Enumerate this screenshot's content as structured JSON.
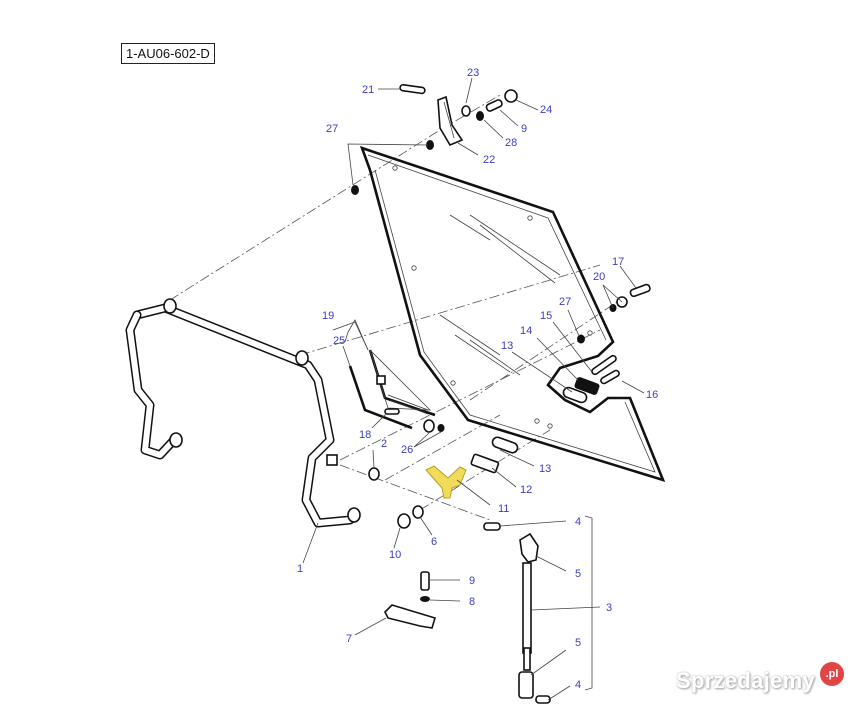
{
  "diagram": {
    "reference_code": "1-AU06-602-D",
    "highlight_color": "#f0dc5a",
    "callout_color": "#3d3dbf",
    "highlighted_part": "11",
    "callouts": [
      {
        "id": "c21",
        "label": "21"
      },
      {
        "id": "c23",
        "label": "23"
      },
      {
        "id": "c24",
        "label": "24"
      },
      {
        "id": "c9a",
        "label": "9"
      },
      {
        "id": "c28",
        "label": "28"
      },
      {
        "id": "c22",
        "label": "22"
      },
      {
        "id": "c27a",
        "label": "27"
      },
      {
        "id": "c17",
        "label": "17"
      },
      {
        "id": "c20",
        "label": "20"
      },
      {
        "id": "c27b",
        "label": "27"
      },
      {
        "id": "c15",
        "label": "15"
      },
      {
        "id": "c14",
        "label": "14"
      },
      {
        "id": "c13a",
        "label": "13"
      },
      {
        "id": "c16",
        "label": "16"
      },
      {
        "id": "c19",
        "label": "19"
      },
      {
        "id": "c25",
        "label": "25"
      },
      {
        "id": "c18",
        "label": "18"
      },
      {
        "id": "c2",
        "label": "2"
      },
      {
        "id": "c26",
        "label": "26"
      },
      {
        "id": "c13b",
        "label": "13"
      },
      {
        "id": "c12",
        "label": "12"
      },
      {
        "id": "c11",
        "label": "11"
      },
      {
        "id": "c4a",
        "label": "4"
      },
      {
        "id": "c5a",
        "label": "5"
      },
      {
        "id": "c10",
        "label": "10"
      },
      {
        "id": "c6",
        "label": "6"
      },
      {
        "id": "c1",
        "label": "1"
      },
      {
        "id": "c9b",
        "label": "9"
      },
      {
        "id": "c8",
        "label": "8"
      },
      {
        "id": "c3",
        "label": "3"
      },
      {
        "id": "c7",
        "label": "7"
      },
      {
        "id": "c5b",
        "label": "5"
      },
      {
        "id": "c4b",
        "label": "4"
      }
    ]
  },
  "watermark": {
    "text": "Sprzedajemy",
    "badge": ".pl"
  }
}
